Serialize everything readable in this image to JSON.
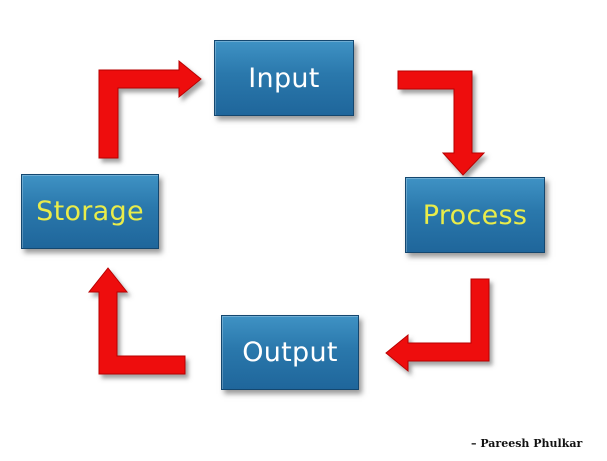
{
  "nodes": {
    "input": "Input",
    "process": "Process",
    "output": "Output",
    "storage": "Storage"
  },
  "colors": {
    "box": "#2a78ac",
    "box_border": "#14476f",
    "arrow": "#ee1111",
    "text_white": "#ffffff",
    "text_yellow": "#e9ec4a"
  },
  "credit": "– Pareesh Phulkar"
}
